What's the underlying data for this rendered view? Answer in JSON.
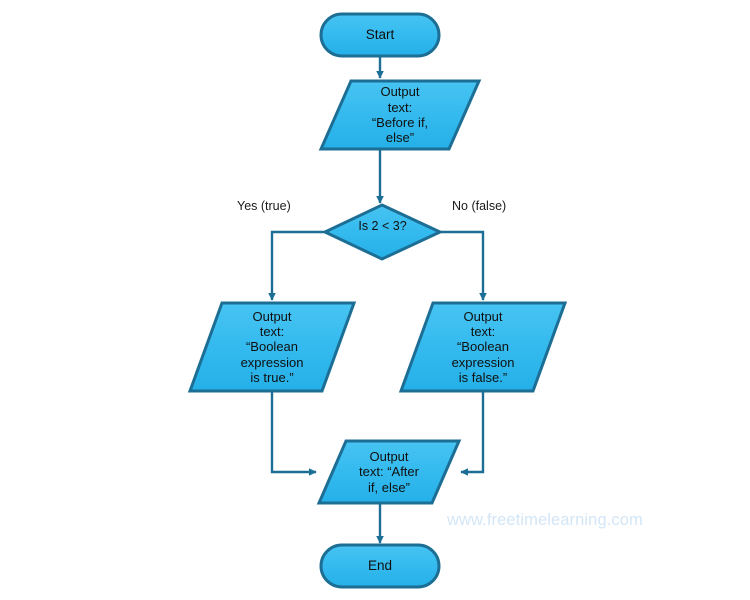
{
  "diagram": {
    "title": "if-else flowchart",
    "background_color": "#ffffff",
    "shape_fill_color": "#35b9ee",
    "shape_stroke_color": "#1d6e95",
    "connector_color": "#1d6e95",
    "text_color": "#101010",
    "watermark_color": "#d3e6f7"
  },
  "nodes": {
    "start": {
      "label": "Start",
      "shape": "terminator"
    },
    "output_before": {
      "label": "Output\ntext:\n“Before if,\nelse”",
      "shape": "parallelogram"
    },
    "decision": {
      "label": "Is 2 < 3?",
      "shape": "diamond"
    },
    "output_true": {
      "label": "Output\ntext:\n“Boolean\nexpression\nis true.”",
      "shape": "parallelogram"
    },
    "output_false": {
      "label": "Output\ntext:\n“Boolean\nexpression\nis false.”",
      "shape": "parallelogram"
    },
    "output_after": {
      "label": "Output\ntext: “After\nif, else”",
      "shape": "parallelogram"
    },
    "end": {
      "label": "End",
      "shape": "terminator"
    }
  },
  "edges": {
    "yes_label": "Yes (true)",
    "no_label": "No (false)"
  },
  "watermark": {
    "text": "www.freetimelearning.com"
  }
}
